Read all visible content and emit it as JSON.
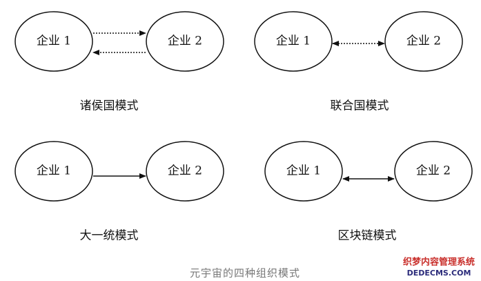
{
  "panels": [
    {
      "mode": "诸侯国模式",
      "node_a": "企业 1",
      "node_b": "企业 2",
      "link": "dotted-two-one-way"
    },
    {
      "mode": "联合国模式",
      "node_a": "企业 1",
      "node_b": "企业 2",
      "link": "dotted-bidirectional"
    },
    {
      "mode": "大一统模式",
      "node_a": "企业 1",
      "node_b": "企业 2",
      "link": "solid-one-way"
    },
    {
      "mode": "区块链模式",
      "node_a": "企业 1",
      "node_b": "企业 2",
      "link": "solid-bidirectional"
    }
  ],
  "caption": "元宇宙的四种组织模式",
  "watermark": {
    "line1": "织梦内容管理系统",
    "line2": "DEDECMS.COM"
  },
  "colors": {
    "stroke": "#111111",
    "caption": "#777777",
    "watermark_red": "#c9302c",
    "watermark_blue": "#2a2a7a"
  }
}
